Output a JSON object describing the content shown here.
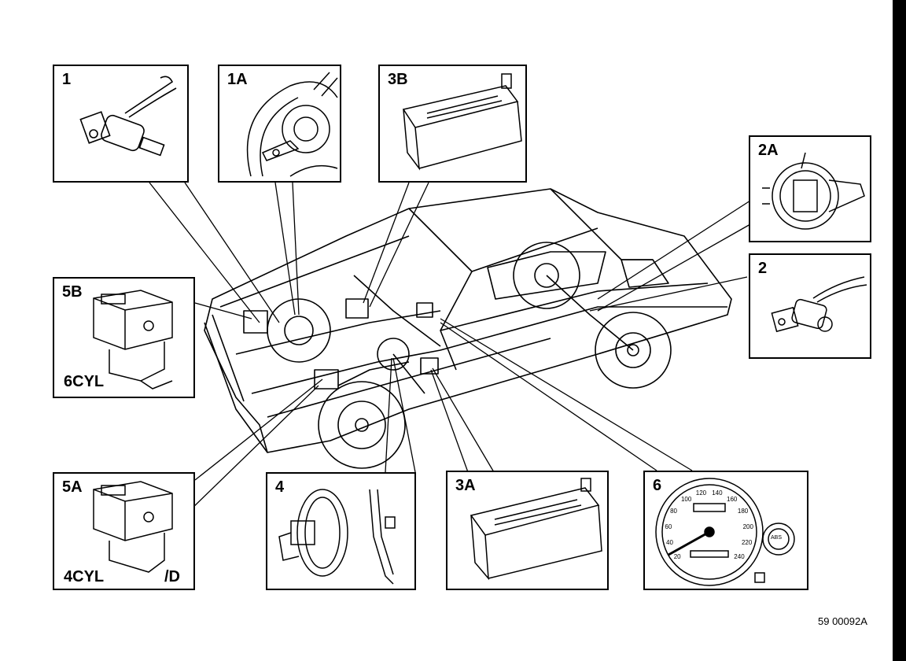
{
  "panels": {
    "p1": {
      "label": "1"
    },
    "p1a": {
      "label": "1A"
    },
    "p3b": {
      "label": "3B"
    },
    "p2a": {
      "label": "2A"
    },
    "p2": {
      "label": "2"
    },
    "p5b": {
      "label": "5B",
      "sublabel": "6CYL"
    },
    "p5a": {
      "label": "5A",
      "sublabel": "4CYL",
      "sublabel2": "/D"
    },
    "p4": {
      "label": "4"
    },
    "p3a": {
      "label": "3A"
    },
    "p6": {
      "label": "6"
    }
  },
  "speedometer": {
    "ticks": [
      "20",
      "40",
      "60",
      "80",
      "100",
      "120",
      "140",
      "160",
      "180",
      "200",
      "220",
      "240"
    ],
    "warning_lamp": "ABS"
  },
  "document_code": "59 00092A"
}
